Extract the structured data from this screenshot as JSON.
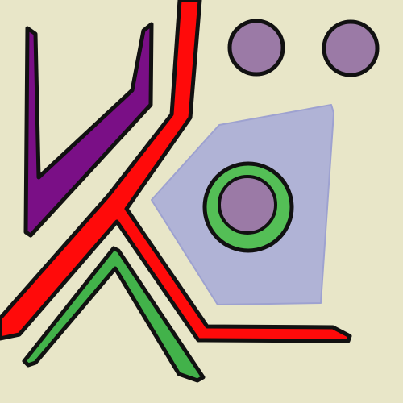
{
  "colors": {
    "background": "#e8e6c8",
    "outline": "#111111",
    "purple_stroke": "#7a0f86",
    "red_stroke": "#ff0a0a",
    "green_stroke": "#42b24a",
    "circle_fill": "#9b7aa6",
    "pentagon_fill": "#b0b3d6",
    "pentagon_edge": "#9ea2d0",
    "ring_fill": "#54bf56",
    "ring_inner_fill": "#9b7aa6"
  },
  "shapes": {
    "purple_stroke": "purple-zigzag-stroke",
    "red_stroke": "red-branching-stroke",
    "green_stroke": "green-chevron-stroke",
    "top_circles": [
      "top-left-circle",
      "top-right-circle"
    ],
    "pentagon": "blue-pentagon",
    "ring": "green-ring"
  }
}
